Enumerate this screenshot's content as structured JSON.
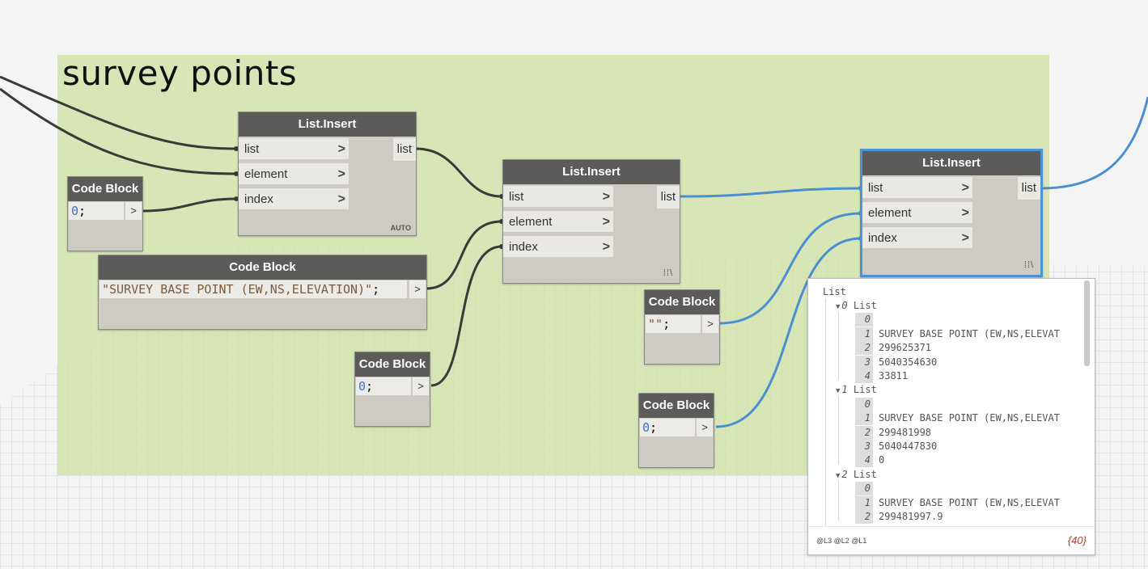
{
  "group": {
    "title": "survey points"
  },
  "nodes": {
    "list_insert_1": {
      "title": "List.Insert",
      "inputs": [
        "list",
        "element",
        "index"
      ],
      "output": "list",
      "footer": "AUTO"
    },
    "list_insert_2": {
      "title": "List.Insert",
      "inputs": [
        "list",
        "element",
        "index"
      ],
      "output": "list",
      "lacing": "⁞⁞\\"
    },
    "list_insert_3": {
      "title": "List.Insert",
      "inputs": [
        "list",
        "element",
        "index"
      ],
      "output": "list",
      "lacing": "⁞⁞\\"
    },
    "code_block_a": {
      "title": "Code Block",
      "code": "0",
      "semicolon": ";",
      "out": ">"
    },
    "code_block_b": {
      "title": "Code Block",
      "code": "\"SURVEY BASE POINT (EW,NS,ELEVATION)\"",
      "semicolon": ";",
      "out": ">"
    },
    "code_block_c": {
      "title": "Code Block",
      "code": "0",
      "semicolon": ";",
      "out": ">"
    },
    "code_block_d": {
      "title": "Code Block",
      "code": "\"\"",
      "semicolon": ";",
      "out": ">"
    },
    "code_block_e": {
      "title": "Code Block",
      "code": "0",
      "semicolon": ";",
      "out": ">"
    }
  },
  "watch": {
    "root": "List",
    "lists": [
      {
        "index": "0",
        "label": "List",
        "items": [
          {
            "i": "0",
            "v": ""
          },
          {
            "i": "1",
            "v": "SURVEY BASE POINT (EW,NS,ELEVAT"
          },
          {
            "i": "2",
            "v": "299625371"
          },
          {
            "i": "3",
            "v": "5040354630"
          },
          {
            "i": "4",
            "v": "33811"
          }
        ]
      },
      {
        "index": "1",
        "label": "List",
        "items": [
          {
            "i": "0",
            "v": ""
          },
          {
            "i": "1",
            "v": "SURVEY BASE POINT (EW,NS,ELEVAT"
          },
          {
            "i": "2",
            "v": "299481998"
          },
          {
            "i": "3",
            "v": "5040447830"
          },
          {
            "i": "4",
            "v": "0"
          }
        ]
      },
      {
        "index": "2",
        "label": "List",
        "items": [
          {
            "i": "0",
            "v": ""
          },
          {
            "i": "1",
            "v": "SURVEY BASE POINT (EW,NS,ELEVAT"
          },
          {
            "i": "2",
            "v": "299481997.9"
          }
        ]
      }
    ],
    "levels": "@L3 @L2 @L1",
    "count": "{40}"
  },
  "colors": {
    "wire_dark": "#3a3a38",
    "wire_selected": "#4a90d0",
    "group": "#d6e6b4",
    "node_header": "#5c5b59"
  }
}
